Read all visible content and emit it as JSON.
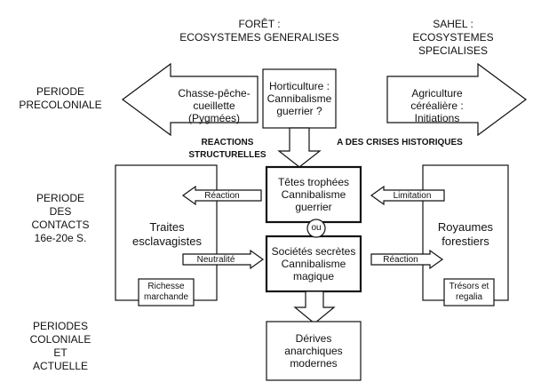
{
  "headers": {
    "foret": "FORÊT :\nECOSYSTEMES GENERALISES",
    "sahel": "SAHEL :\nECOSYSTEMES\nSPECIALISES"
  },
  "periods": {
    "precoloniale": "PERIODE\nPRECOLONIALE",
    "contacts": "PERIODE\nDES\nCONTACTS\n16e-20e S.",
    "coloniale": "PERIODES\nCOLONIALE\nET\nACTUELLE"
  },
  "top_row": {
    "left_arrow": "Chasse-pêche-cueillette\n(Pygmées)",
    "center_box": "Horticulture :\nCannibalisme\nguerrier ?",
    "right_arrow": "Agriculture céréalière :\nInitiations"
  },
  "reactions_banner": {
    "left": "REACTIONS STRUCTURELLES",
    "right": "A DES  CRISES HISTORIQUES"
  },
  "middle": {
    "left_panel_title": "Traites\nesclavagistes",
    "left_panel_sub": "Richesse\nmarchande",
    "arrow_reaction_left": "Réaction",
    "arrow_neutralite": "Neutralité",
    "box_tetes": "Têtes trophées\nCannibalisme\nguerrier",
    "ou": "ou",
    "box_societes": "Sociétés secrètes\nCannibalisme\nmagique",
    "arrow_limitation": "Limitation",
    "arrow_reaction_right": "Réaction",
    "right_panel_title": "Royaumes\nforestiers",
    "right_panel_sub": "Trésors et\nregalia"
  },
  "bottom": {
    "box_derives": "Dérives\nanarchiques\nmodernes"
  }
}
